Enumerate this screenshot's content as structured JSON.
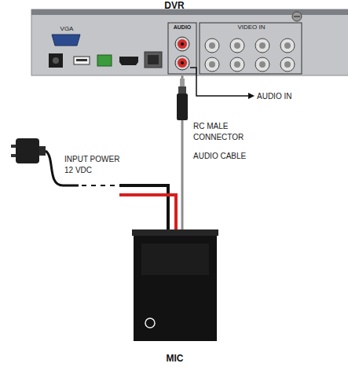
{
  "diagram": {
    "nodes": [
      {
        "text": [
          "DVR"
        ]
      },
      {
        "text": [
          "MIC"
        ]
      }
    ],
    "edges": [
      {
        "from": 1,
        "to": 0,
        "arrow": "none",
        "label": "AUDIO CABLE"
      }
    ],
    "labels": [
      "VGA",
      "AUDIO",
      "VIDEO IN",
      "AUDIO IN",
      "RC MALE CONNECTOR",
      "INPUT POWER 12 VDC"
    ]
  }
}
